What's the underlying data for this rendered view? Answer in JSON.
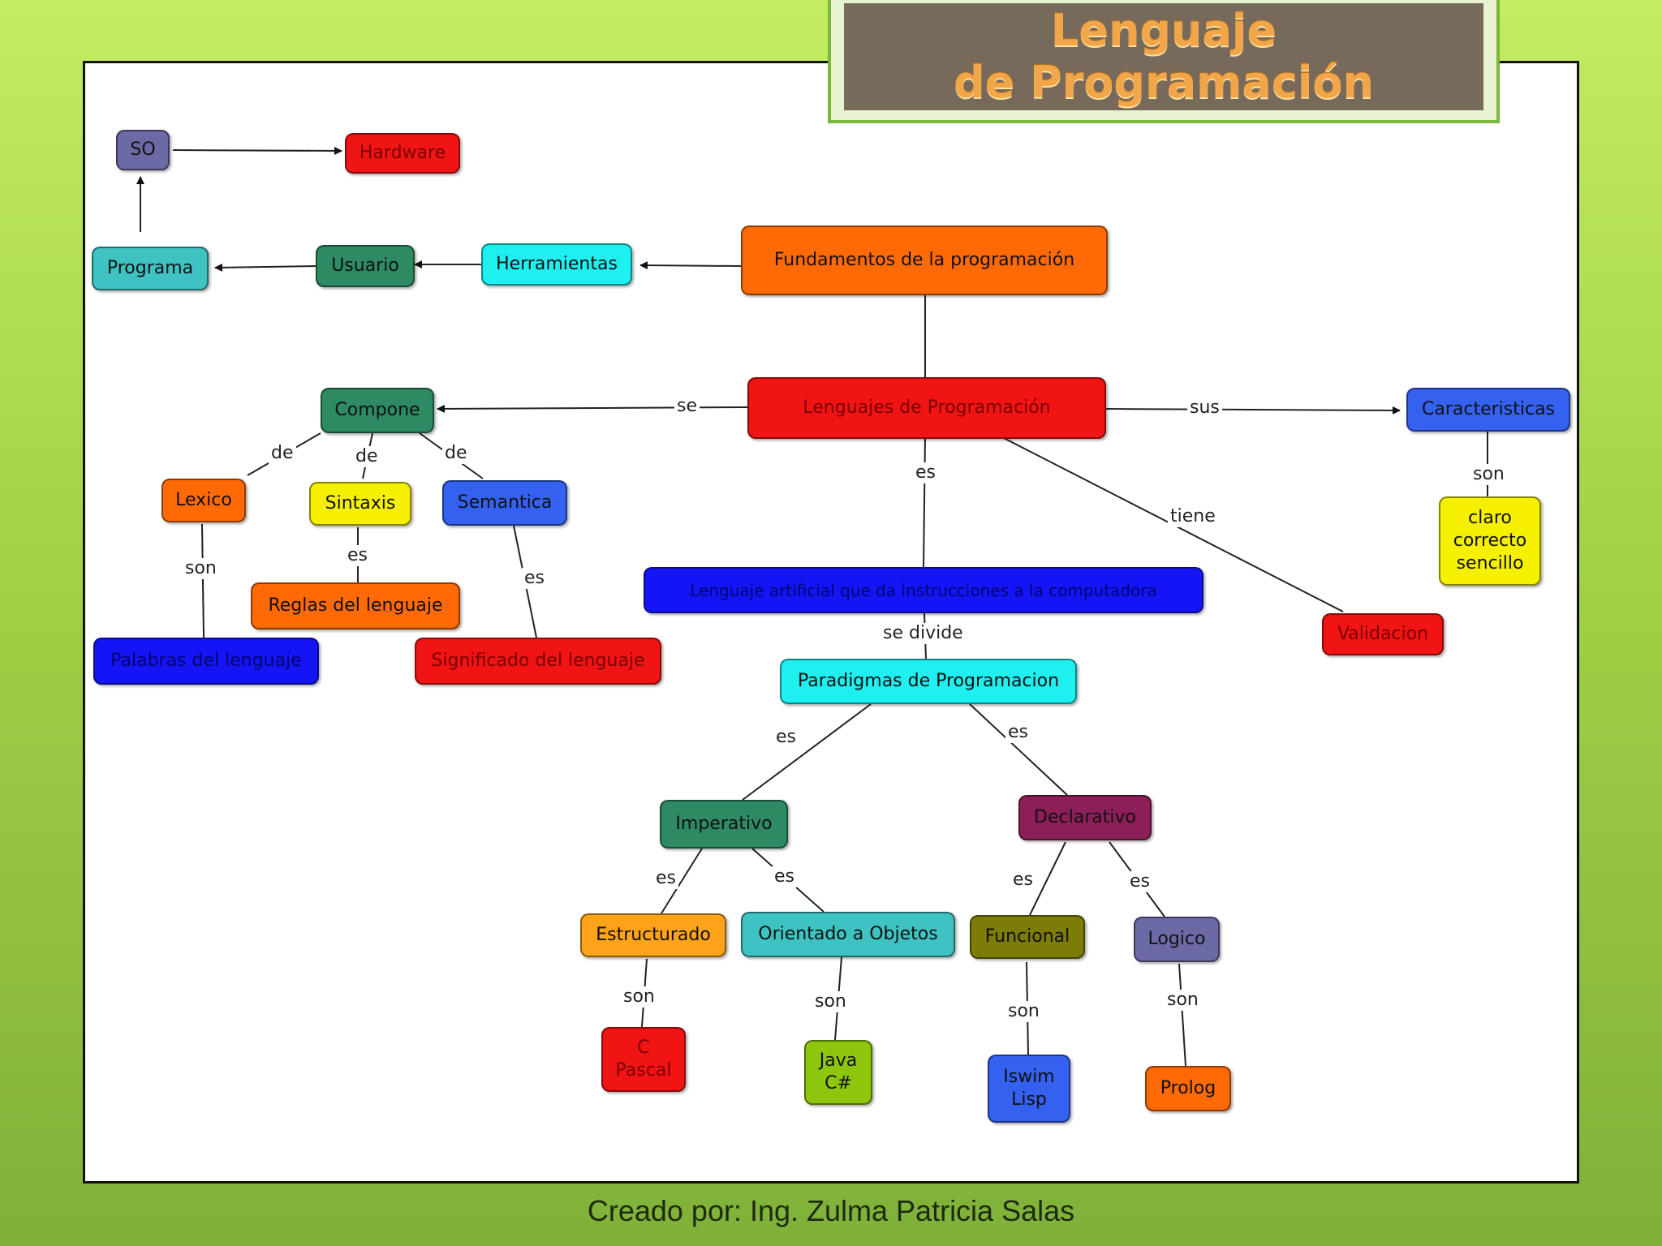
{
  "title": {
    "line1": "Lenguaje",
    "line2": "de Programación"
  },
  "footer": "Creado por: Ing. Zulma Patricia Salas",
  "nodes": {
    "so": "SO",
    "hardware": "Hardware",
    "programa": "Programa",
    "usuario": "Usuario",
    "herramientas": "Herramientas",
    "fundamentos": "Fundamentos de la programación",
    "lenguajes": "Lenguajes de Programación",
    "compone": "Compone",
    "caracteristicas": "Caracteristicas",
    "lexico": "Lexico",
    "sintaxis": "Sintaxis",
    "semantica": "Semantica",
    "reglas": "Reglas del lenguaje",
    "palabras": "Palabras del lenguaje",
    "significado": "Significado del lenguaje",
    "lenguaje_artificial": "Lenguaje artificial que da instrucciones a la computadora",
    "claro": "claro\ncorrecto\nsencillo",
    "validacion": "Validacion",
    "paradigmas": "Paradigmas de Programacion",
    "imperativo": "Imperativo",
    "declarativo": "Declarativo",
    "estructurado": "Estructurado",
    "orientado": "Orientado a Objetos",
    "funcional": "Funcional",
    "logico": "Logico",
    "c_pascal": "C\nPascal",
    "java": "Java\nC#",
    "iswim": "Iswim\nLisp",
    "prolog": "Prolog"
  },
  "labels": {
    "se": "se",
    "sus": "sus",
    "es_main": "es",
    "tiene": "tiene",
    "son_car": "son",
    "de1": "de",
    "de2": "de",
    "de3": "de",
    "son_lex": "son",
    "es_sin": "es",
    "es_sem": "es",
    "se_divide": "se divide",
    "es_imp": "es",
    "es_dec": "es",
    "es_est": "es",
    "es_oo": "es",
    "es_fun": "es",
    "es_log": "es",
    "son_est": "son",
    "son_oo": "son",
    "son_fun": "son",
    "son_log": "son"
  },
  "colors": {
    "background": "#a3d246",
    "title_panel": "#776a5a",
    "title_text": "#f2a64a"
  }
}
